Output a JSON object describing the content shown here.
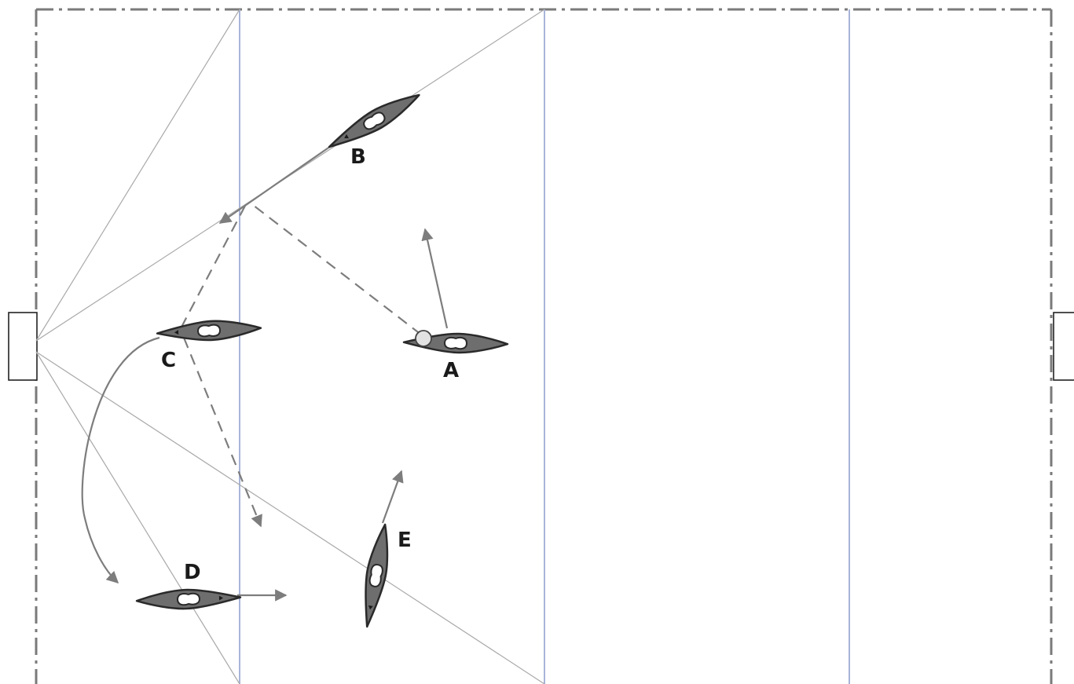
{
  "players": {
    "a": {
      "label": "A"
    },
    "b": {
      "label": "B"
    },
    "c": {
      "label": "C"
    },
    "d": {
      "label": "D"
    },
    "e": {
      "label": "E"
    }
  },
  "colors": {
    "boundary": "#7a7a7a",
    "zone_lines": "#a8b4d8",
    "sight_lines": "#a9a9a9",
    "kayak_fill": "#6e6e6e",
    "arrows": "#7d7d7d"
  }
}
